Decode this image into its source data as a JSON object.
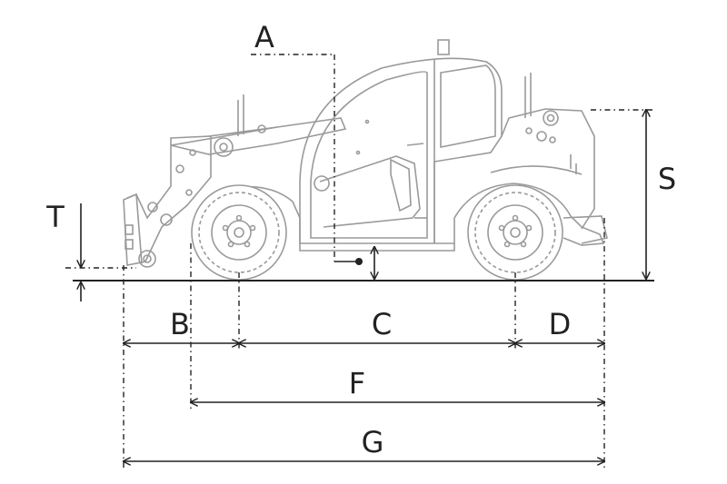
{
  "diagram": {
    "labels": {
      "A": "A",
      "B": "B",
      "C": "C",
      "D": "D",
      "F": "F",
      "G": "G",
      "S": "S",
      "T": "T"
    },
    "colors": {
      "dimension": "#222222",
      "vehicle": "#9a9a9a"
    },
    "icons": [
      "telehandler-vehicle-drawing",
      "wheel-icon",
      "arrowhead"
    ]
  }
}
